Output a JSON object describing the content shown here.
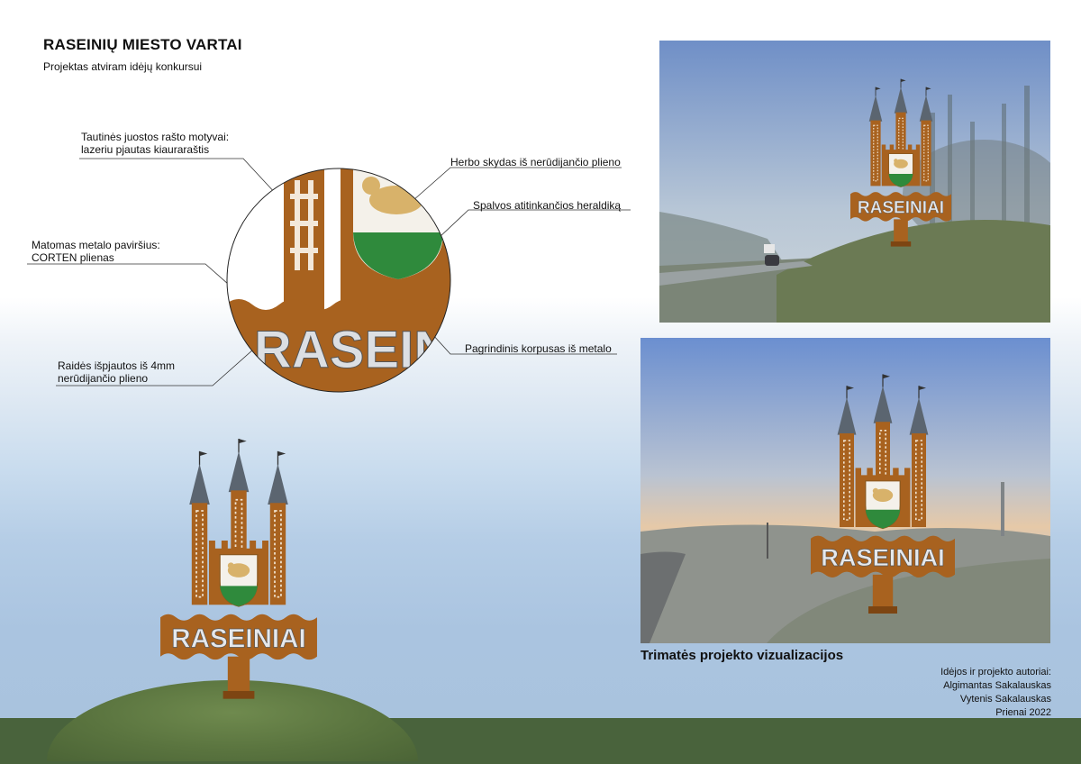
{
  "header": {
    "title": "RASEINIŲ MIESTO VARTAI",
    "subtitle": "Projektas atviram idėjų konkursui"
  },
  "callouts": {
    "motifs": [
      "Tautinės juostos rašto motyvai:",
      "lazeriu pjautas kiauraraštis"
    ],
    "metal_surface": [
      "Matomas metalo paviršius:",
      "CORTEN plienas"
    ],
    "letters": [
      "Raidės išpjautos iš 4mm",
      "nerūdijančio plieno"
    ],
    "shield": "Herbo skydas iš nerūdijančio plieno",
    "colors": "Spalvos atitinkančios heraldiką",
    "body": "Pagrindinis korpusas iš metalo"
  },
  "sign": {
    "text": "RASEINIAI",
    "detail_text": "RASEIN"
  },
  "colors": {
    "corten": "#a8621f",
    "corten_dark": "#7d4512",
    "shield_green": "#2f8a3c",
    "spire": "#5b6570",
    "ground": "#49633c"
  },
  "visualizations": {
    "caption": "Trimatės projekto vizualizacijos"
  },
  "authors": {
    "heading": "Idėjos ir projekto autoriai:",
    "names": [
      "Algimantas Sakalauskas",
      "Vytenis Sakalauskas"
    ],
    "place_year": "Prienai 2022"
  }
}
